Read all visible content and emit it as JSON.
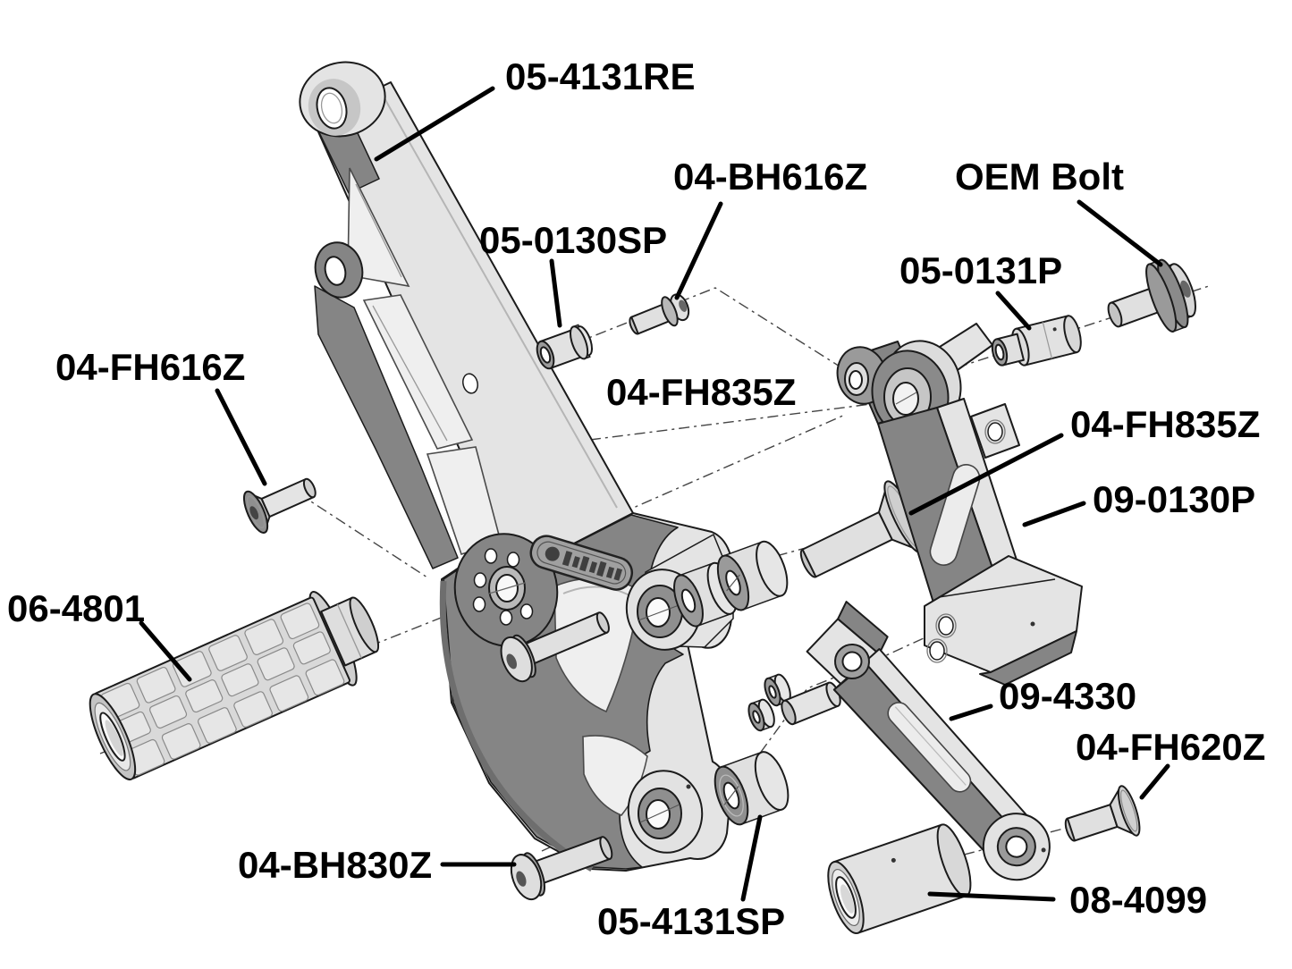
{
  "labels": {
    "main_bracket": "05-4131RE",
    "spacer_0130sp": "05-0130SP",
    "bolt_bh616z": "04-BH616Z",
    "oem_bolt": "OEM Bolt",
    "spacer_0131p": "05-0131P",
    "bolt_fh616z": "04-FH616Z",
    "bolt_fh835z_1": "04-FH835Z",
    "bolt_fh835z_2": "04-FH835Z",
    "bracket_0130p": "09-0130P",
    "footpeg": "06-4801",
    "arm_4330": "09-4330",
    "bolt_fh620z": "04-FH620Z",
    "bolt_bh830z": "04-BH830Z",
    "washer_4131sp": "05-4131SP",
    "spacer_4099": "08-4099"
  },
  "colors": {
    "background": "#ffffff",
    "outline": "#1b1b1b",
    "part_light": "#e4e4e4",
    "part_mid": "#c6c6c6",
    "part_dark": "#858585",
    "cutout": "#efefef",
    "centerline": "#444444",
    "leader": "#000000",
    "label_text": "#000000"
  }
}
